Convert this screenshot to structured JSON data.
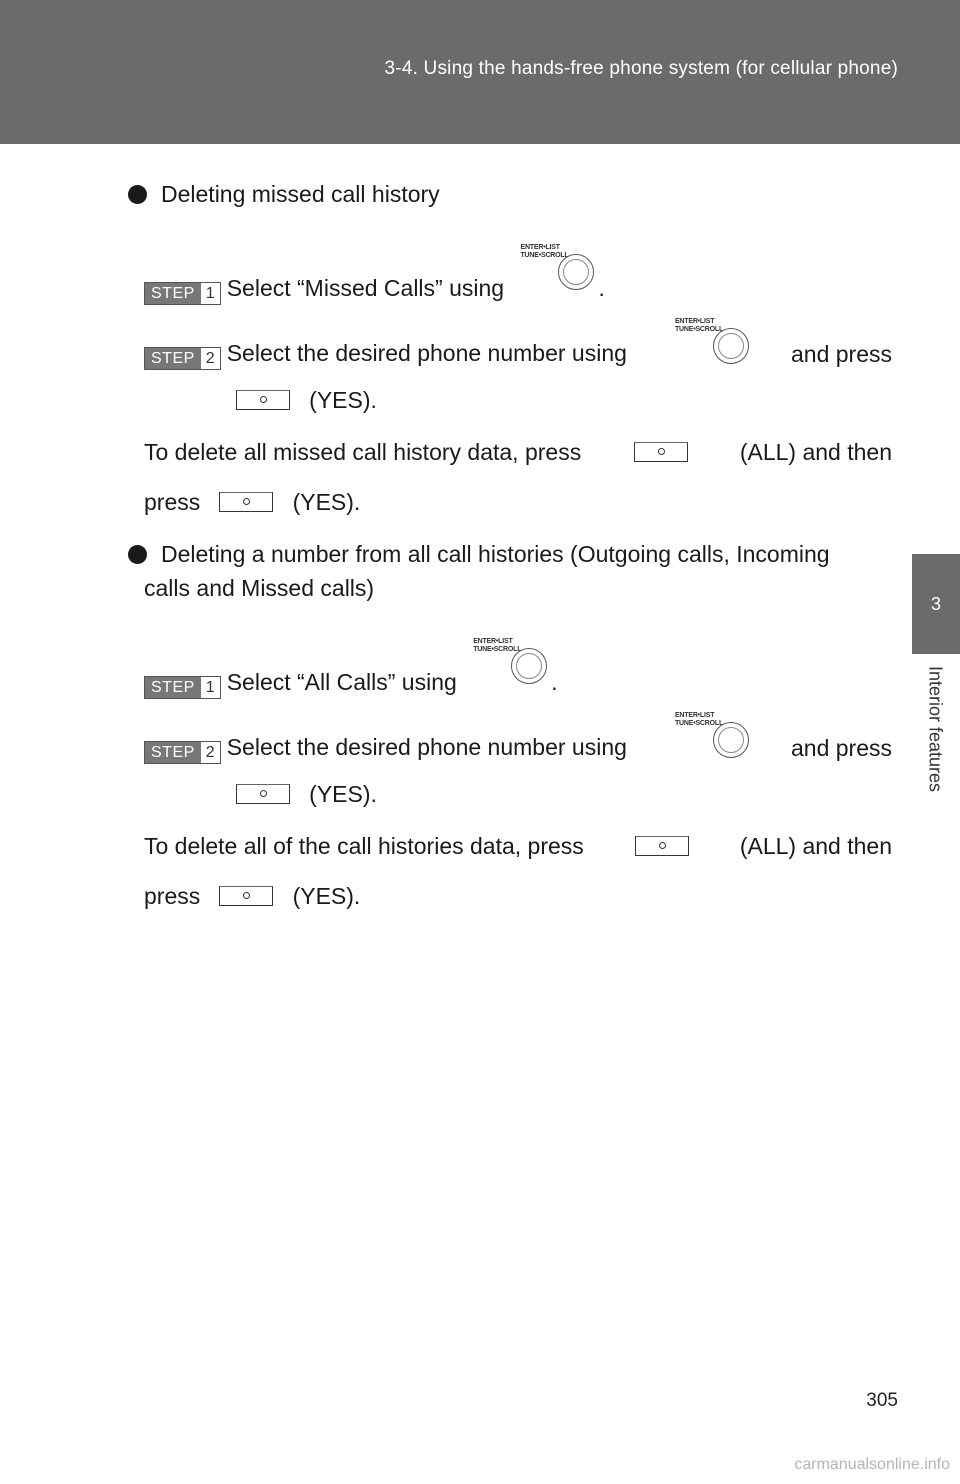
{
  "header": {
    "title": "3-4. Using the hands-free phone system (for cellular phone)"
  },
  "side_tab": {
    "number": "3",
    "label": "Interior features"
  },
  "page_number": "305",
  "watermark": "carmanualsonline.info",
  "knob_label_line1": "ENTER•LIST",
  "knob_label_line2": "TUNE•SCROLL",
  "step_word": "STEP",
  "section1": {
    "heading": "Deleting missed call history",
    "step1": {
      "num": "1",
      "text": "Select “Missed Calls” using",
      "after": "."
    },
    "step2": {
      "num": "2",
      "text": "Select the desired phone number using",
      "after": "and press",
      "yes": "(YES)."
    },
    "note_line1_a": "To delete all missed call history data, press",
    "note_line1_b": "(ALL) and then",
    "note_line2_a": "press",
    "note_line2_b": "(YES)."
  },
  "section2": {
    "heading_line1": "Deleting a number from all call histories (Outgoing calls, Incoming",
    "heading_line2": "calls and Missed calls)",
    "step1": {
      "num": "1",
      "text": "Select “All Calls” using",
      "after": "."
    },
    "step2": {
      "num": "2",
      "text": "Select the desired phone number using",
      "after": "and press",
      "yes": "(YES)."
    },
    "note_line1_a": "To delete all of the call histories data, press",
    "note_line1_b": "(ALL) and then",
    "note_line2_a": "press",
    "note_line2_b": "(YES)."
  }
}
